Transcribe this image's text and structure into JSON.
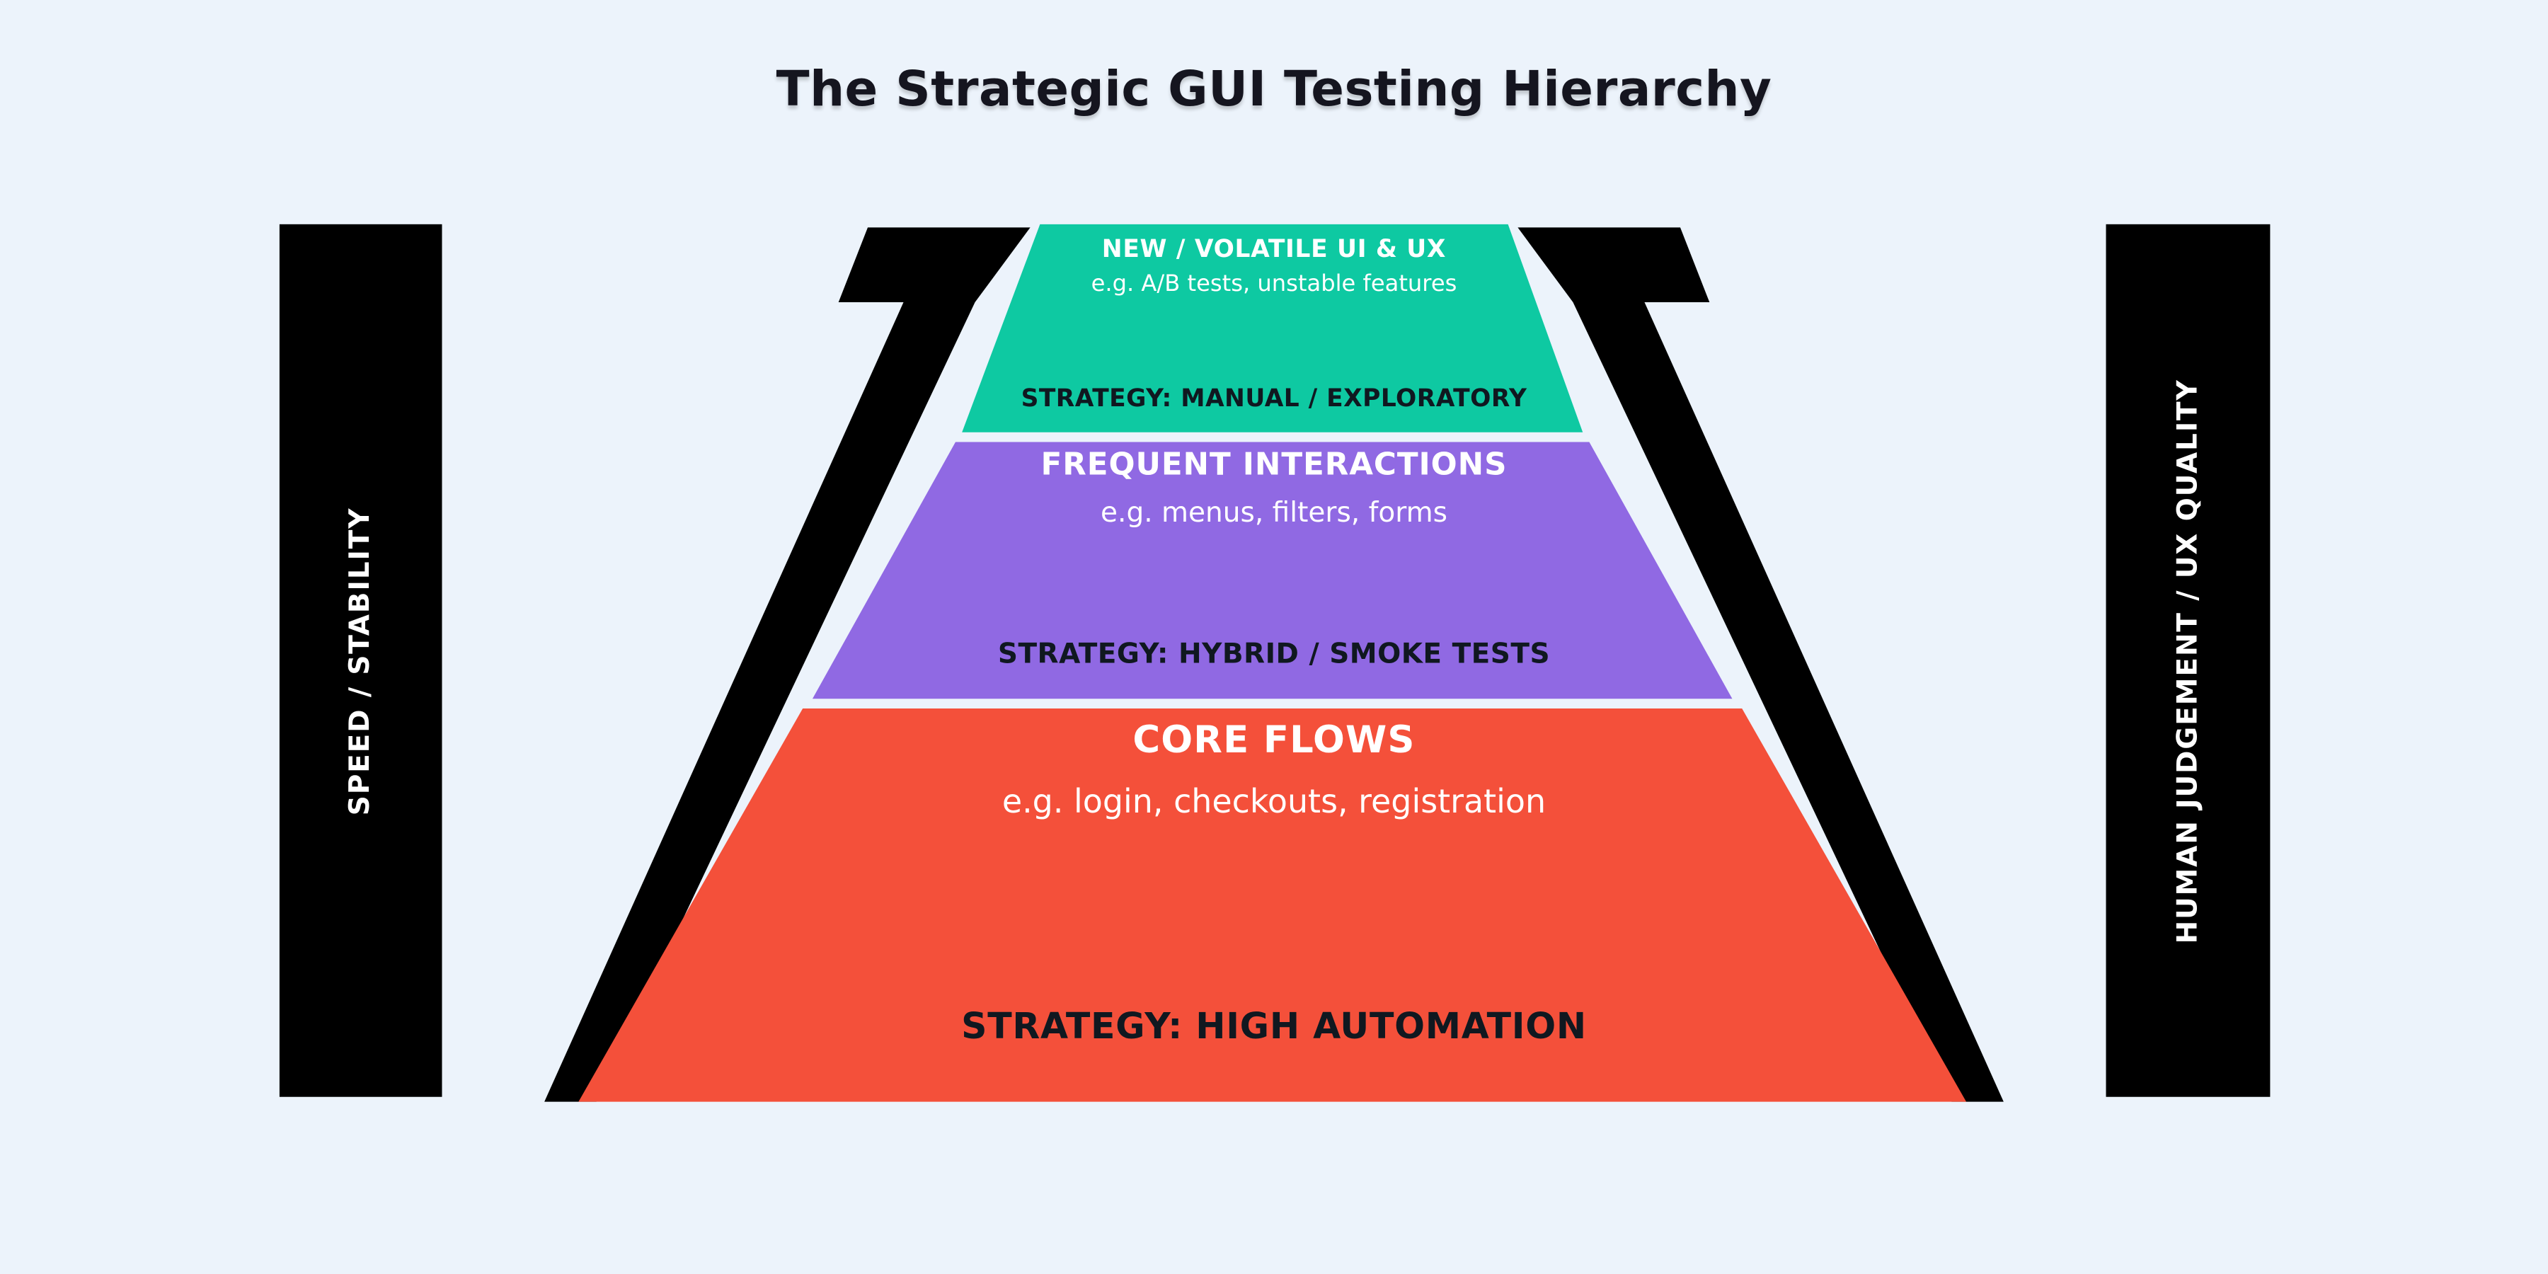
{
  "title": "The Strategic GUI Testing Hierarchy",
  "left_axis": {
    "label": "SPEED / STABILITY"
  },
  "right_axis": {
    "label": "HUMAN JUDGEMENT / UX QUALITY"
  },
  "tiers": [
    {
      "name": "top",
      "heading": "NEW / VOLATILE UI & UX",
      "example": "e.g. A/B tests, unstable features",
      "strategy": "STRATEGY: MANUAL / EXPLORATORY",
      "color": "#0ec9a2"
    },
    {
      "name": "middle",
      "heading": "FREQUENT INTERACTIONS",
      "example": "e.g. menus, filters, forms",
      "strategy": "STRATEGY: HYBRID / SMOKE TESTS",
      "color": "#9069e3"
    },
    {
      "name": "bottom",
      "heading": "CORE FLOWS",
      "example": "e.g. login, checkouts, registration",
      "strategy": "STRATEGY: HIGH AUTOMATION",
      "color": "#f4503a"
    }
  ],
  "colors": {
    "background": "#ecf3fb",
    "axis_bar": "#000000",
    "tier_text": "#ffffff",
    "strategy_text": "#101820",
    "title_text": "#15151f"
  }
}
